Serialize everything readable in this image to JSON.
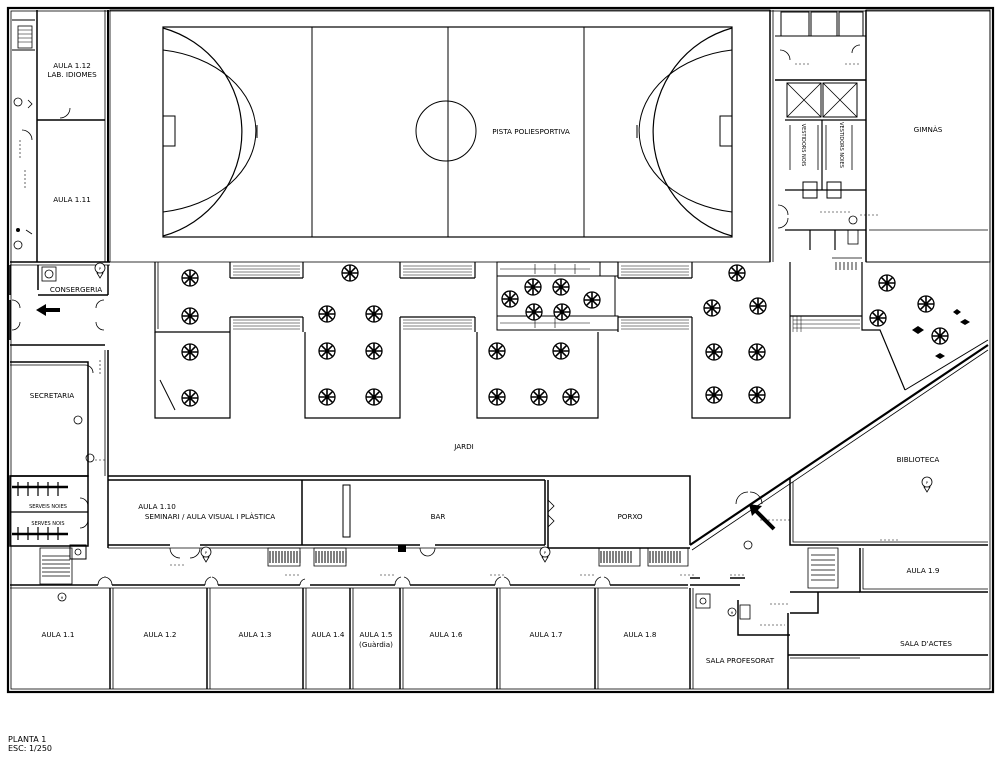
{
  "plan": {
    "title": "PLANTA 1",
    "scale": "ESC: 1/250"
  },
  "rooms": {
    "aula_112_a": "AULA 1.12",
    "aula_112_b": "LAB. IDIOMES",
    "aula_111": "AULA 1.11",
    "consergeria": "CONSERGERIA",
    "secretaria": "SECRETARIA",
    "serveis_noies": "SERVEIS NOIES",
    "serveis_nois": "SERVES NOIS",
    "pista": "PISTA POLIESPORTIVA",
    "gimnas": "GIMNÀS",
    "vestidors_nois": "VESTIDORS NOIS",
    "vestidors_noies": "VESTIDORS NOIES",
    "jardi": "JARDI",
    "biblioteca": "BIBLIOTECA",
    "aula_110_a": "AULA 1.10",
    "aula_110_b": "SEMINARI / AULA VISUAL I PLÀSTICA",
    "bar": "BAR",
    "porxo": "PORXO",
    "aula_19": "AULA 1.9",
    "sala_actes": "SALA D'ACTES",
    "sala_professorat": "SALA PROFESORAT",
    "aula_11": "AULA 1.1",
    "aula_12": "AULA 1.2",
    "aula_13": "AULA 1.3",
    "aula_14": "AULA 1.4",
    "aula_15_a": "AULA 1.5",
    "aula_15_b": "(Guàrdia)",
    "aula_16": "AULA 1.6",
    "aula_17": "AULA 1.7",
    "aula_18": "AULA 1.8"
  },
  "symbols": {
    "projector": "P",
    "heater": "H"
  }
}
